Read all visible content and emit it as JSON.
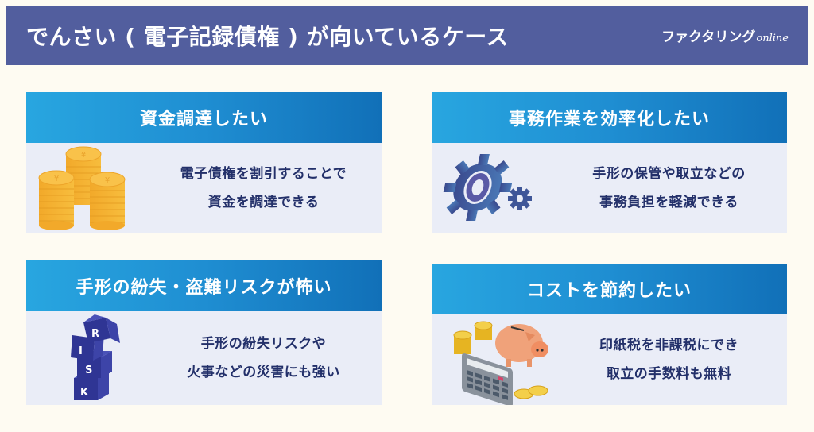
{
  "header": {
    "title": "でんさい ( 電子記録債権 ) が向いているケース",
    "logo_main": "ファクタリング",
    "logo_sub": "online",
    "background_color": "#525e9e"
  },
  "colors": {
    "page_background": "#fefbf2",
    "card_header_gradient_start": "#28a6e0",
    "card_header_gradient_end": "#1170b8",
    "card_body_background": "#eaedf7",
    "body_text": "#23306a"
  },
  "cards": [
    {
      "title": "資金調達したい",
      "icon": "coin-stacks-icon",
      "lines": [
        "電子債権を割引することで",
        "資金を調達できる"
      ]
    },
    {
      "title": "事務作業を効率化したい",
      "icon": "gears-icon",
      "lines": [
        "手形の保管や取立などの",
        "事務負担を軽減できる"
      ]
    },
    {
      "title": "手形の紛失・盗難リスクが怖い",
      "icon": "risk-blocks-icon",
      "icon_letters": [
        "R",
        "I",
        "S",
        "K"
      ],
      "lines": [
        "手形の紛失リスクや",
        "火事などの災害にも強い"
      ]
    },
    {
      "title": "コストを節約したい",
      "icon": "piggy-bank-calculator-icon",
      "lines": [
        "印紙税を非課税にでき",
        "取立の手数料も無料"
      ]
    }
  ]
}
